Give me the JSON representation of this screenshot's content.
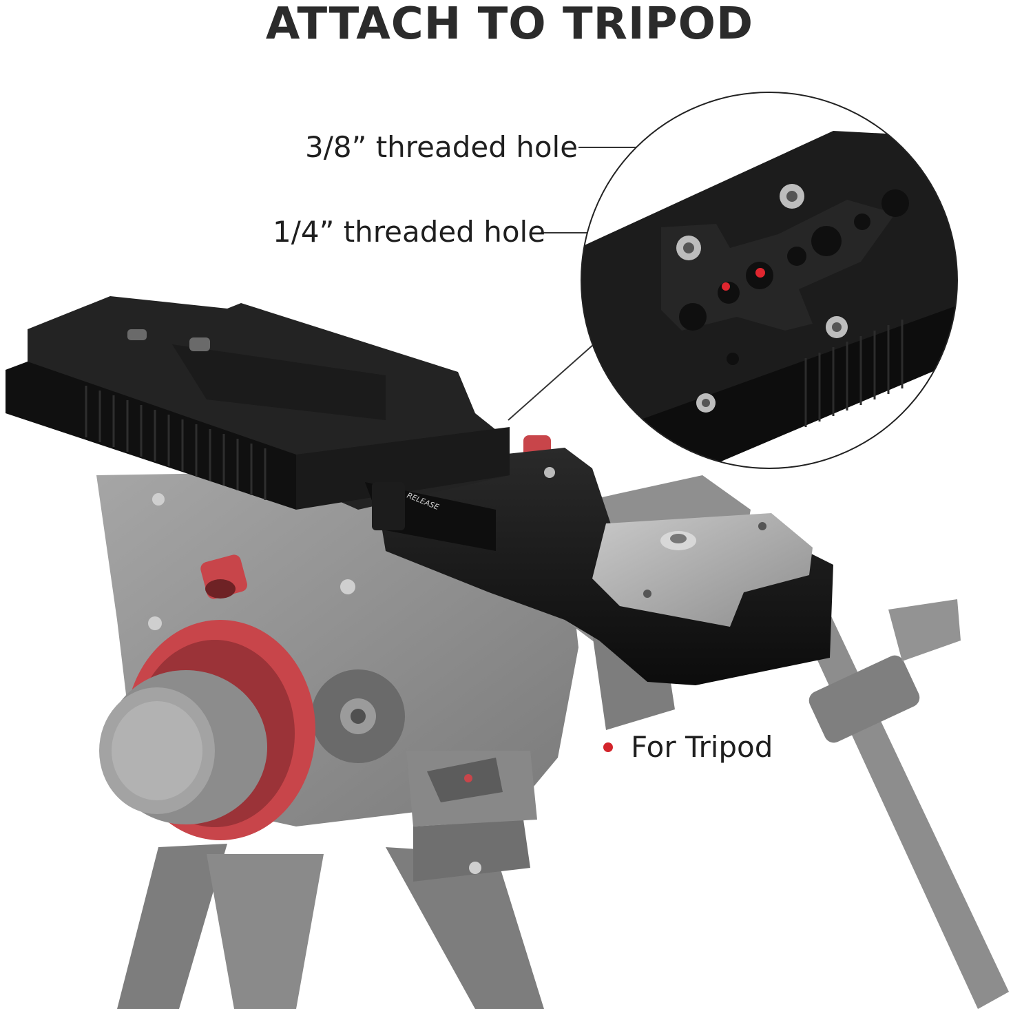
{
  "title": "ATTACH TO TRIPOD",
  "callouts": {
    "hole_38": "3/8” threaded hole",
    "hole_14": "1/4” threaded hole"
  },
  "legend": {
    "label": "For Tripod",
    "dot_color": "#d3242b"
  },
  "product_marking": "RELEASE",
  "colors": {
    "plate_black": "#141414",
    "tripod_grey": "#8c8c8c",
    "accent_red": "#c8454a"
  }
}
